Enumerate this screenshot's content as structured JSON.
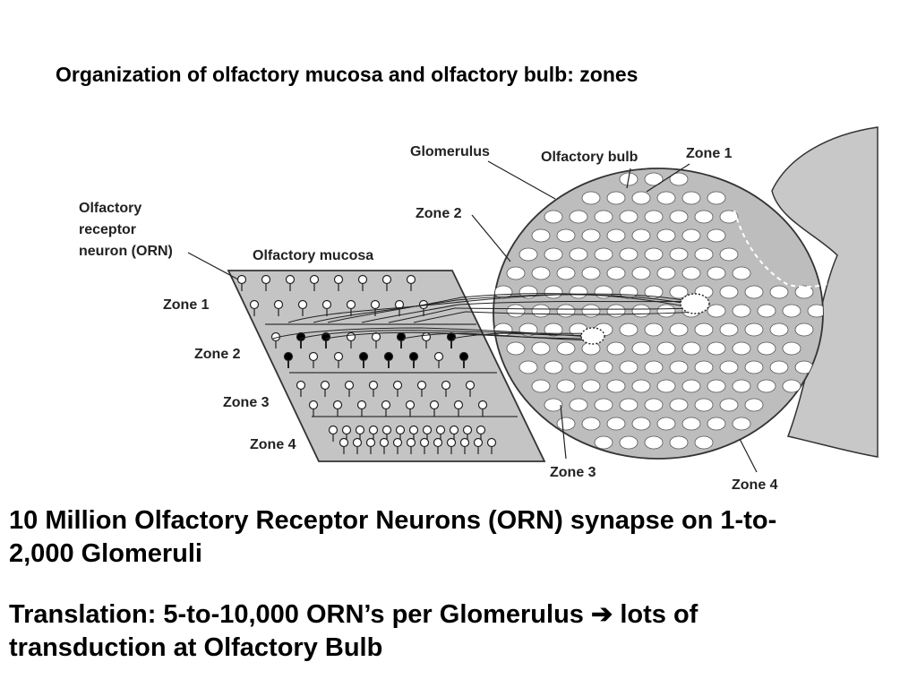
{
  "title": "Organization of olfactory mucosa and olfactory bulb: zones",
  "diagram": {
    "labels": {
      "glomerulus": "Glomerulus",
      "olfactory_bulb": "Olfactory bulb",
      "bulb_zone1": "Zone 1",
      "bulb_zone2": "Zone 2",
      "bulb_zone3": "Zone 3",
      "bulb_zone4": "Zone 4",
      "orn_line1": "Olfactory",
      "orn_line2": "receptor",
      "orn_line3": "neuron (ORN)",
      "olfactory_mucosa": "Olfactory mucosa",
      "mucosa_zone1": "Zone 1",
      "mucosa_zone2": "Zone 2",
      "mucosa_zone3": "Zone 3",
      "mucosa_zone4": "Zone 4"
    }
  },
  "paragraph1": "10 Million Olfactory Receptor Neurons (ORN) synapse on 1-to-2,000 Glomeruli",
  "paragraph2_before": "Translation: 5-to-10,000 ORN’s per Glomerulus ",
  "paragraph2_arrow": "➔",
  "paragraph2_after": " lots of transduction at Olfactory Bulb"
}
